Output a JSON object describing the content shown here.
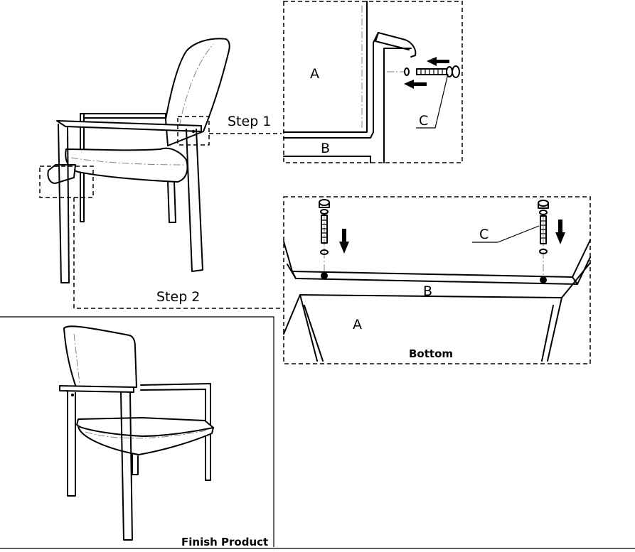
{
  "steps": {
    "step1_label": "Step 1",
    "step2_label": "Step 2"
  },
  "detail1": {
    "part_a": "A",
    "part_b": "B",
    "part_c": "C"
  },
  "detail2": {
    "part_a": "A",
    "part_b": "B",
    "part_c": "C",
    "caption": "Bottom"
  },
  "finish": {
    "caption": "Finish Product"
  },
  "colors": {
    "line": "#000000",
    "background": "#ffffff"
  }
}
